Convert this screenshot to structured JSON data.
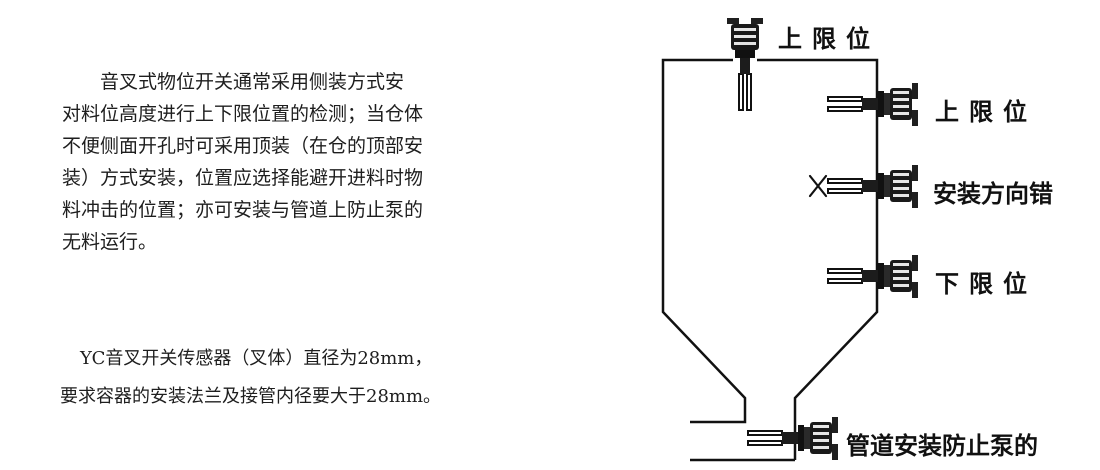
{
  "intro_text": {
    "lines": [
      "音叉式物位开关通常采用侧装方式安",
      "对料位高度进行上下限位置的检测；当仓体",
      "不便侧面开孔时可采用顶装（在仓的顶部安",
      "装）方式安装，位置应选择能避开进料时物",
      "料冲击的位置；亦可安装与管道上防止泵的",
      "无料运行。"
    ]
  },
  "spec_text": {
    "lines": [
      "YC音叉开关传感器（叉体）直径为28mm，",
      "要求容器的安装法兰及接管内径要大于28mm。"
    ]
  },
  "diagram": {
    "labels": {
      "top_mount": "上限位",
      "upper_limit": "上限位",
      "wrong_direction": "安装方向错",
      "lower_limit": "下限位",
      "pipe_mount": "管道安装防止泵的"
    },
    "wrong_mark": "X"
  }
}
